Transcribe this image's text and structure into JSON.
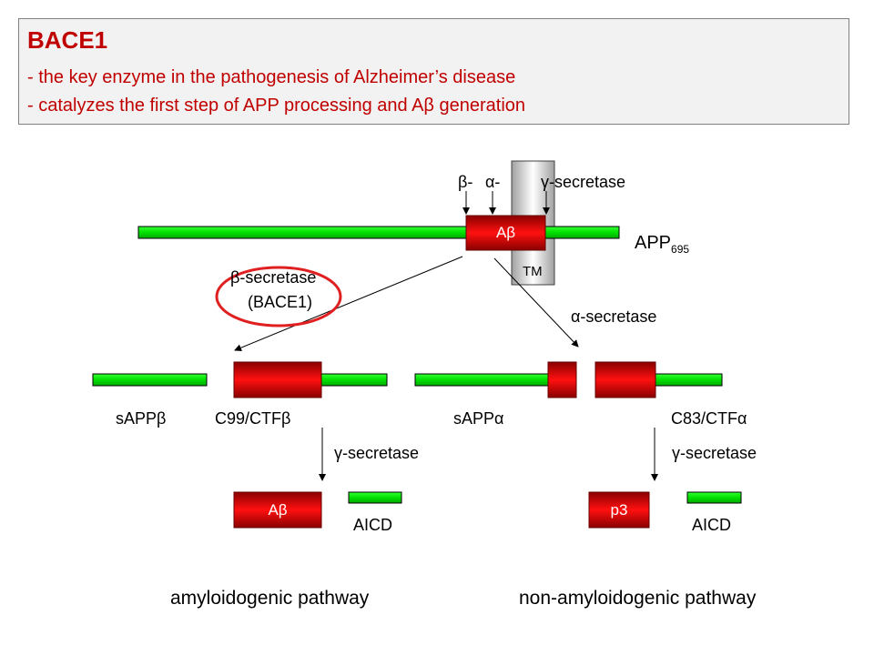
{
  "header": {
    "title": "BACE1",
    "bullets": [
      "- the key enzyme in the pathogenesis of Alzheimer’s disease",
      "- catalyzes the first step of APP processing and Aβ generation"
    ]
  },
  "colors": {
    "accent": "#c00000",
    "green": "#00dd00",
    "red": "#e00000",
    "circle": "#e02020"
  },
  "diagram": {
    "top": {
      "cut_labels": [
        "β-",
        "α-",
        "γ-secretase"
      ],
      "abeta_label": "Aβ",
      "tm_label": "TM",
      "app_label": "APP",
      "app_sub": "695"
    },
    "bace_label_1": "β-secretase",
    "bace_label_2": "(BACE1)",
    "alpha_secretase": "α-secretase",
    "left": {
      "sapp": "sAPPβ",
      "ctf": "C99/CTFβ",
      "gamma": "γ-secretase",
      "product": "Aβ",
      "aicd": "AICD",
      "pathway": "amyloidogenic pathway"
    },
    "right": {
      "sapp": "sAPPα",
      "ctf": "C83/CTFα",
      "gamma": "γ-secretase",
      "product": "p3",
      "aicd": "AICD",
      "pathway": "non-amyloidogenic pathway"
    }
  }
}
